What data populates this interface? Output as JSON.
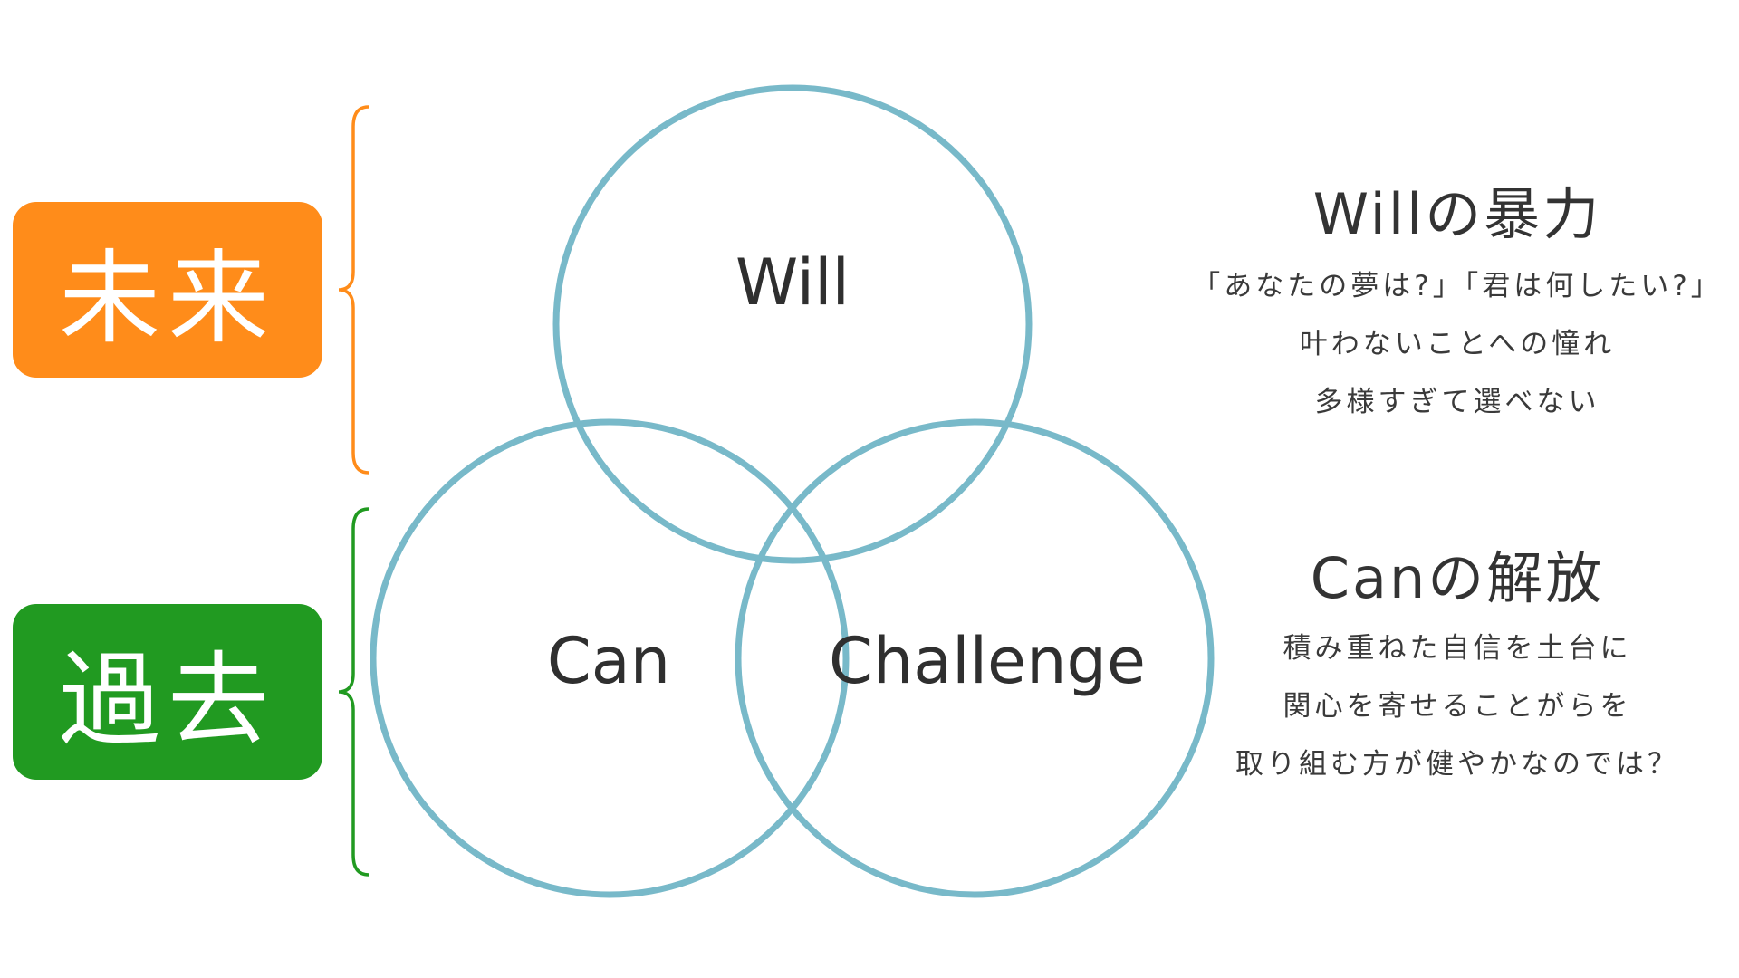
{
  "colors": {
    "future": "#ff8c1a",
    "past": "#219a21",
    "circle": "#78b9c9",
    "text": "#333333"
  },
  "labels": {
    "future": "未来",
    "past": "過去"
  },
  "venn": {
    "will": "Will",
    "can": "Can",
    "challenge": "Challenge"
  },
  "will_section": {
    "title": "Willの暴力",
    "lines": [
      "「あなたの夢は?」「君は何したい?」",
      "叶わないことへの憧れ",
      "多様すぎて選べない"
    ]
  },
  "can_section": {
    "title": "Canの解放",
    "lines": [
      "積み重ねた自信を土台に",
      "関心を寄せることがらを",
      "取り組む方が健やかなのでは？"
    ]
  }
}
